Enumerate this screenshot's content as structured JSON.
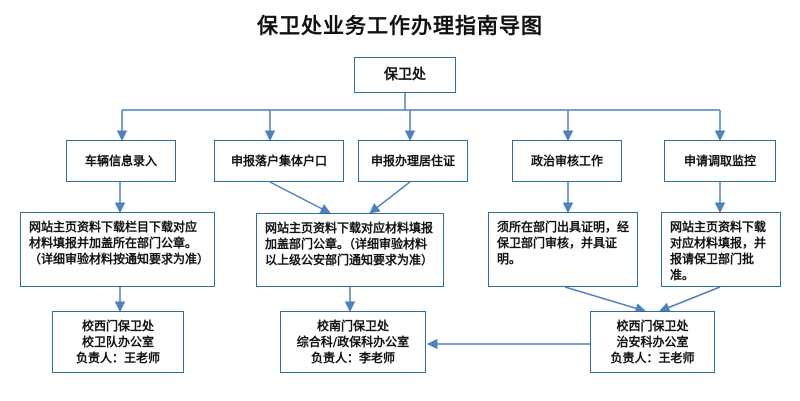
{
  "title": "保卫处业务工作办理指南导图",
  "root": "保卫处",
  "level1": [
    "车辆信息录入",
    "申报落户集体户口",
    "申报办理居住证",
    "政治审核工作",
    "申请调取监控"
  ],
  "level2": {
    "vehicle": "网站主页资料下载栏目下载对应材料填报并加盖所在部门公章。（详细审验材料按通知要求为准）",
    "household": "网站主页资料下载对应材料填报加盖部门公章。（详细审验材料以上级公安部门通知要求为准）",
    "political": "须所在部门出具证明，经保卫部门审核，并具证明。",
    "monitor": "网站主页资料下载对应材料填报，并报请保卫部门批准。"
  },
  "offices": {
    "west": "校西门保卫处\n校卫队办公室\n负责人：王老师",
    "south": "校南门保卫处\n综合科/政保科办公室\n负责人：李老师",
    "west2": "校西门保卫处\n治安科办公室\n负责人：王老师"
  },
  "colors": {
    "line": "#2f6f9f",
    "arrow": "#4f81bd"
  }
}
